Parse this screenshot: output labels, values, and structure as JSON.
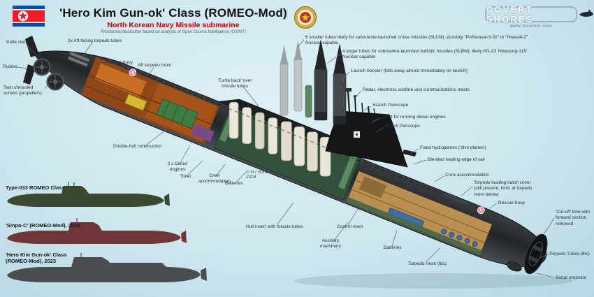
{
  "header": {
    "title": "'Hero Kim Gun-ok' Class (ROMEO-Mod)",
    "subtitle": "North Korean Navy Missile submarine",
    "note": "Provisional illustration based on analysis of Open Source Intelligence (OSINT)"
  },
  "brand": {
    "name": "COVERT SHORES",
    "url": "www.hisutton.com"
  },
  "credit": "© H I Sutton, 2024",
  "colors": {
    "background": "#cde7ef",
    "hull": "#232628",
    "cutaway_aft": "#a5521b",
    "missile_compartment": "#33523e",
    "missile_tube": "#eae6d8",
    "accent_red": "#c40000",
    "rescue_buoy_pink": "#ef7fa3",
    "silhouette_romeo": "#3d4831",
    "silhouette_sinpo": "#6f3537",
    "silhouette_hero": "#4a4e51"
  },
  "labels": [
    {
      "text": "'Knife stem'"
    },
    {
      "text": "Rudder"
    },
    {
      "text": "Twin shrouded screws (propellers)"
    },
    {
      "text": "2x Aft-facing torpedo tubes"
    },
    {
      "text": "Rescue buoy"
    },
    {
      "text": "Aft torpedo room"
    },
    {
      "text": "'Turtle back' over missile tubes"
    },
    {
      "text": "Double-hull construction"
    },
    {
      "text": "2 x Diesel engines"
    },
    {
      "text": "Toilet"
    },
    {
      "text": "Crew accommodation"
    },
    {
      "text": "Batteries"
    },
    {
      "text": "Hull insert with missile tubes"
    },
    {
      "text": "Control room"
    },
    {
      "text": "Auxiliary machinery"
    },
    {
      "text": "Batteries"
    },
    {
      "text": "Torpedo room (tbc)"
    },
    {
      "text": "6 smaller tubes likely for submarine-launched cruise missiles (SLCM), possibly \"Pulhwasal-3-31\" or \"Hwasal-2\"\nNuclear capable"
    },
    {
      "text": "4 larger tubes for submarine-launched ballistic missiles (SLBM), likely KN-23 'Hwasong-11S'\nNuclear capable"
    },
    {
      "text": "Launch booster (falls away almost immediately on launch)"
    },
    {
      "text": "Radar, electronic warfare and communications masts"
    },
    {
      "text": "Search Periscope"
    },
    {
      "text": "Snort for running diesel engines"
    },
    {
      "text": "Attack Periscope"
    },
    {
      "text": "Fixed hydroplanes ('dive planes')"
    },
    {
      "text": "Blended leading edge of sail"
    },
    {
      "text": "Crew accommodation"
    },
    {
      "text": "Torpedo loading hatch cover (still present, hints at torpedo room below)"
    },
    {
      "text": "Rescue buoy"
    },
    {
      "text": "'Cut-off' bow with forward section removed"
    },
    {
      "text": "Torpedo Tubes (tbc)"
    },
    {
      "text": "Sonar projector"
    }
  ],
  "comparison": {
    "items": [
      {
        "label": "Type-033 ROMEO Class"
      },
      {
        "label": "'Sinpo-C' (ROMEO-Mod), 2019"
      },
      {
        "label": "'Hero Kim Gun-ok' Class\n(ROMEO-Mod), 2023"
      }
    ]
  }
}
